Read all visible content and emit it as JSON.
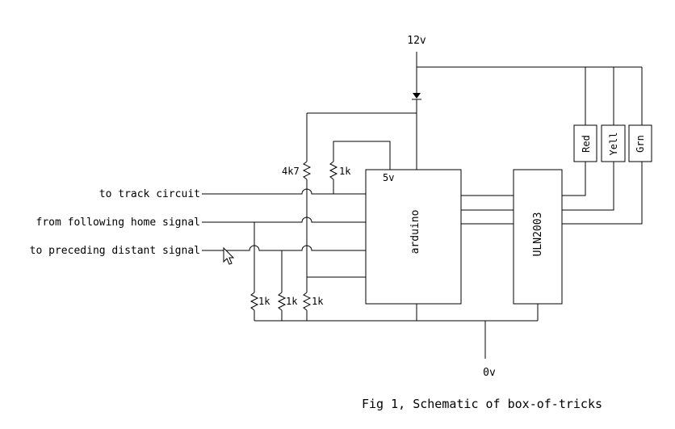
{
  "labels": {
    "supply": "12v",
    "ground": "0v",
    "five_v": "5v",
    "arduino": "arduino",
    "driver": "ULN2003",
    "r_4k7": "4k7",
    "r_1k_top": "1k",
    "r_1k_a": "1k",
    "r_1k_b": "1k",
    "r_1k_c": "1k",
    "lamp_red": "Red",
    "lamp_yell": "Yell",
    "lamp_grn": "Grn",
    "in_track": "to track circuit",
    "in_home": "from following home signal",
    "in_distant": "to preceding distant signal"
  },
  "caption": "Fig 1, Schematic of box-of-tricks"
}
